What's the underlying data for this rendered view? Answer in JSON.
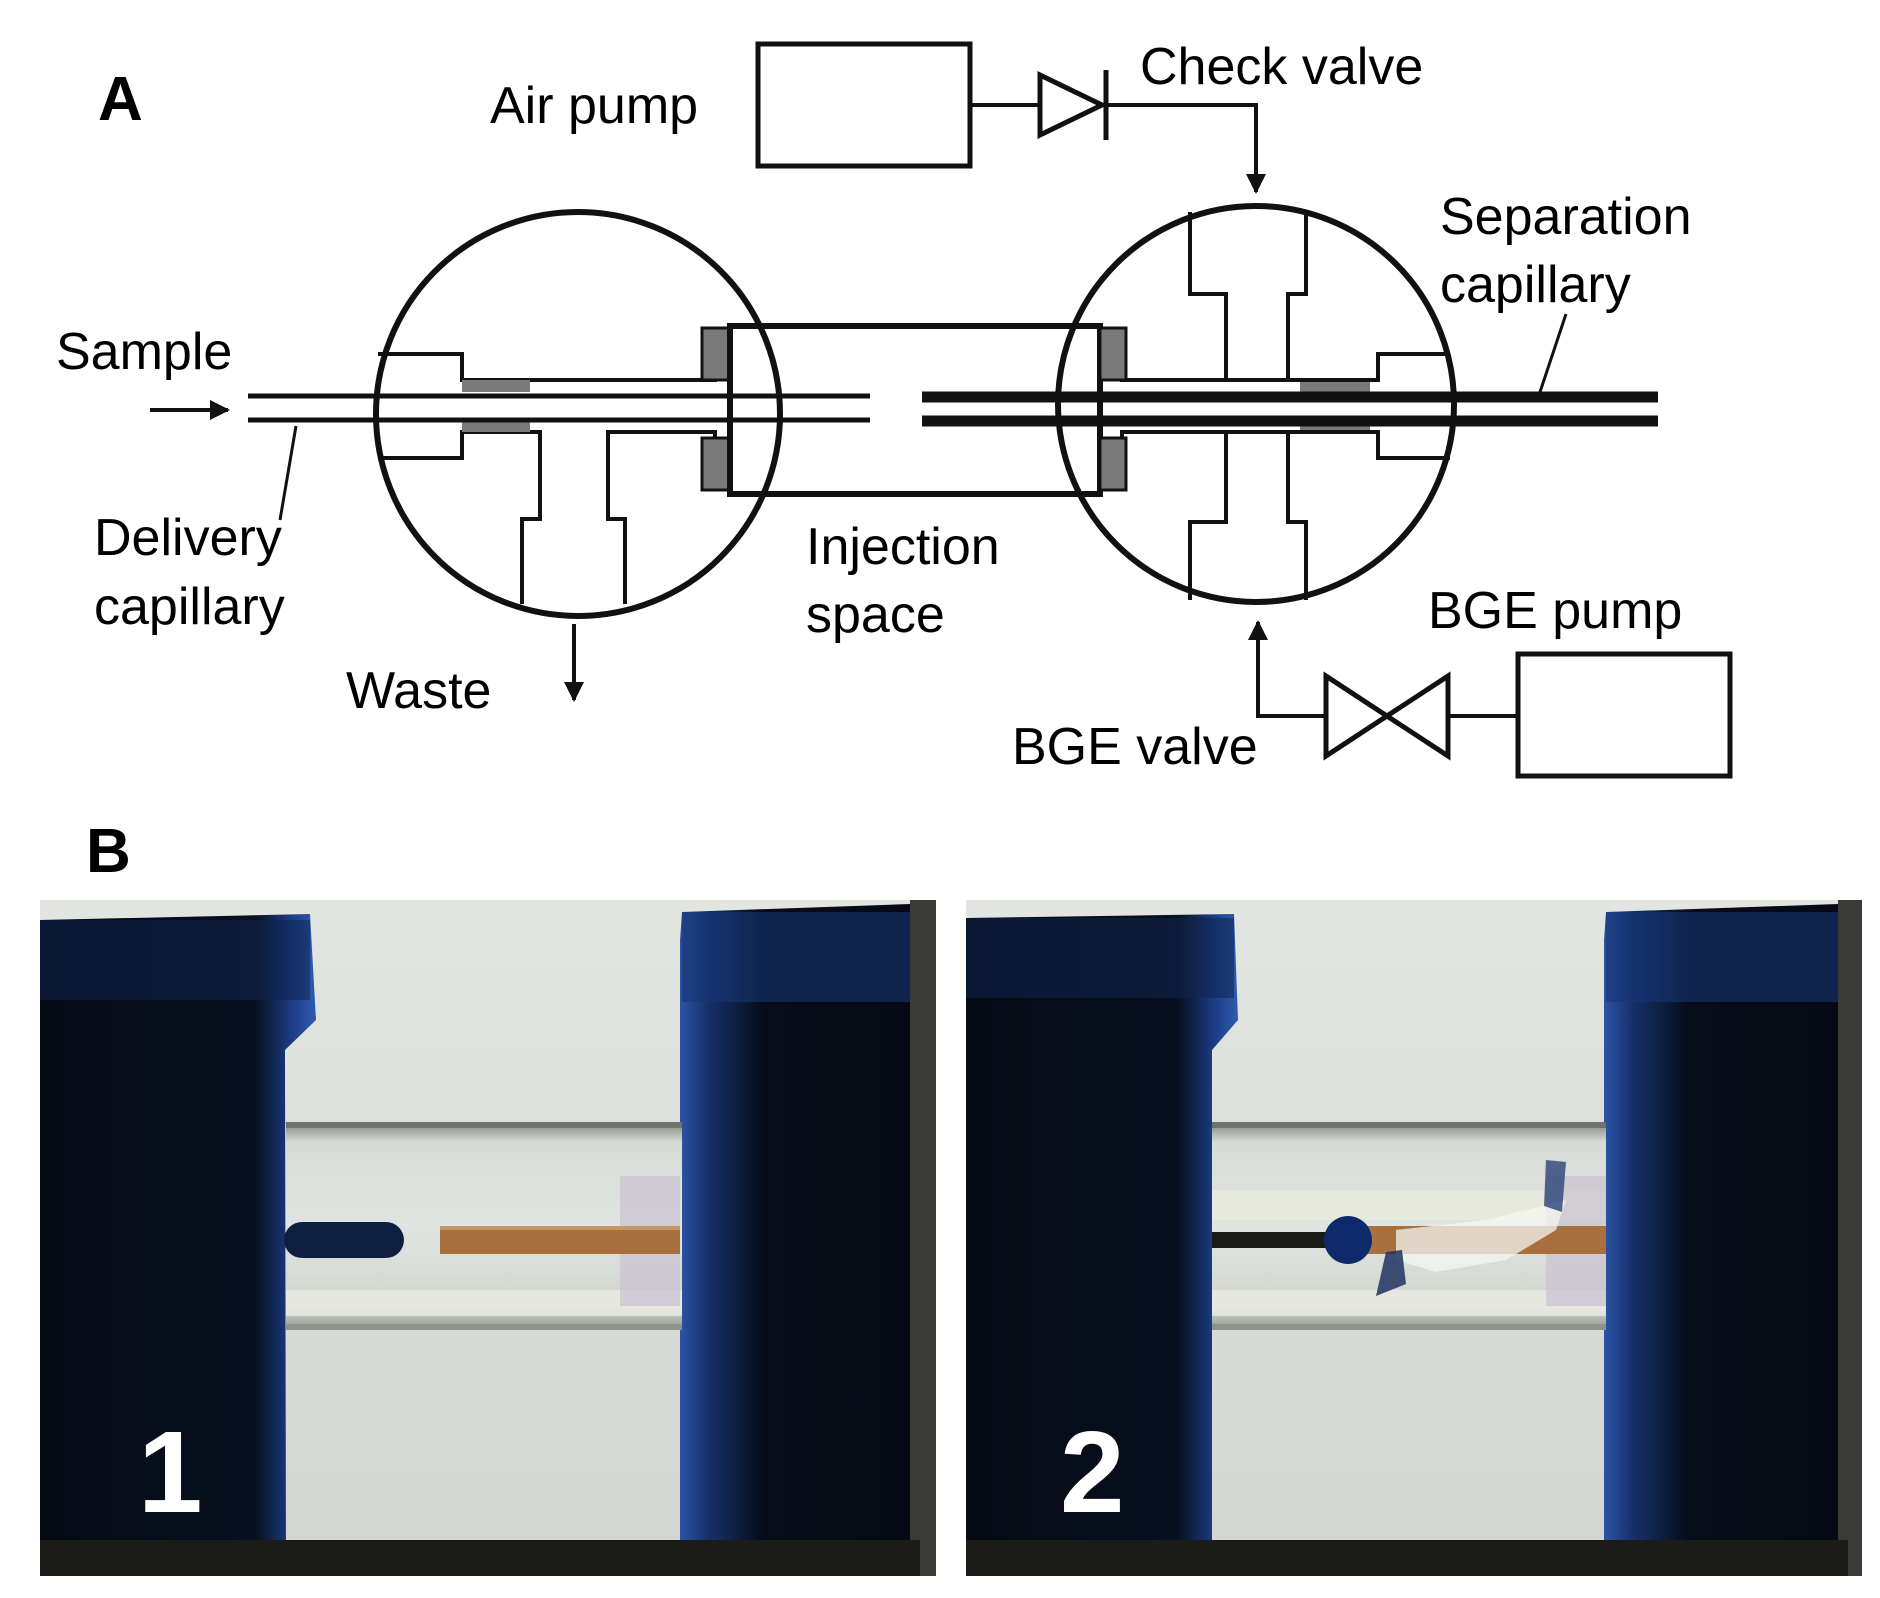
{
  "panel_a": {
    "letter": "A",
    "labels": {
      "air_pump": "Air pump",
      "check_valve": "Check valve",
      "separation_capillary_line1": "Separation",
      "separation_capillary_line2": "capillary",
      "sample": "Sample",
      "delivery_capillary_line1": "Delivery",
      "delivery_capillary_line2": "capillary",
      "injection_space_line1": "Injection",
      "injection_space_line2": "space",
      "waste": "Waste",
      "bge_pump": "BGE pump",
      "bge_valve": "BGE valve"
    }
  },
  "panel_b": {
    "letter": "B",
    "photo_labels": [
      "1",
      "2"
    ]
  },
  "colors": {
    "line": "#111111",
    "seal_gray": "#7a7a7a",
    "block_blue": "#1f3f86",
    "block_dark": "#050a14",
    "photo_background": "#d9dcd8",
    "sample_brown": "#a9703f",
    "dye_blue": "#0f2a6b"
  }
}
